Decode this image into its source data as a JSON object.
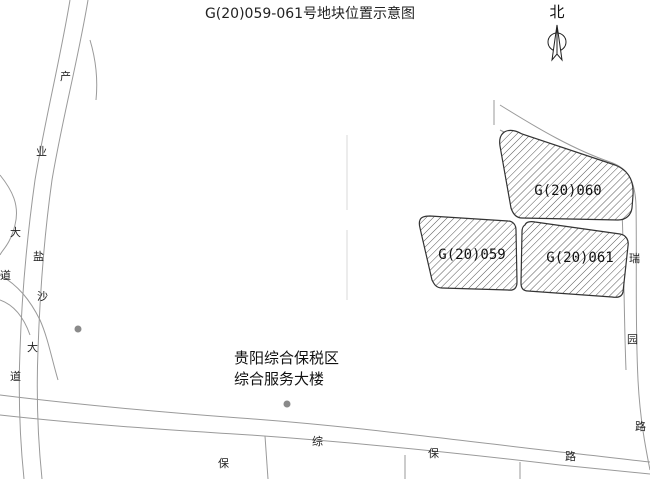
{
  "title": "G(20)059-061号地块位置示意图",
  "north": {
    "label": "北"
  },
  "parcels": [
    {
      "id": "parcel-060",
      "label": "G(20)060"
    },
    {
      "id": "parcel-059",
      "label": "G(20)059"
    },
    {
      "id": "parcel-061",
      "label": "G(20)061"
    }
  ],
  "poi": {
    "name_line1": "贵阳综合保税区",
    "name_line2": "综合服务大楼"
  },
  "roads": {
    "west_industry_road": [
      "产",
      "业"
    ],
    "yansha_avenue": [
      "大",
      "盐",
      "沙",
      "大",
      "道"
    ],
    "dao_fragment": "道",
    "ruiyuan_road": [
      "瑞",
      "园",
      "路"
    ],
    "zongbao_road": [
      "保",
      "综",
      "保",
      "路"
    ]
  },
  "colors": {
    "parcel_hatch": "#555555",
    "road_line": "#9a9a9a",
    "poi_dot": "#8a8a8a"
  }
}
